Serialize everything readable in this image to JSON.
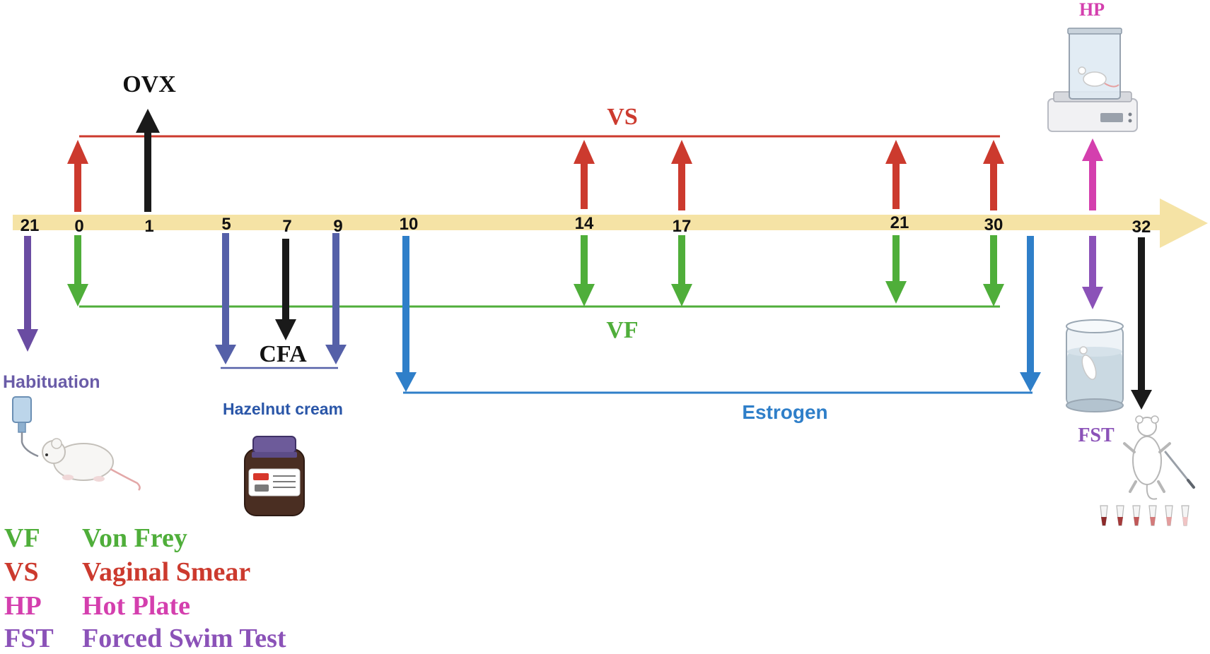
{
  "colors": {
    "timeline": "#f5e3a5",
    "vs": "#cc3a2e",
    "vf": "#4fae3a",
    "hp": "#d43fae",
    "fst": "#8b52b8",
    "habituation": "#6a4ca2",
    "hazelnut": "#5560a8",
    "estrogen": "#2f7fc9",
    "black": "#1a1a1a"
  },
  "timeline": {
    "day_labels": [
      "21",
      "0",
      "1",
      "5",
      "7",
      "9",
      "10",
      "14",
      "17",
      "21",
      "30",
      "32"
    ]
  },
  "labels": {
    "ovx": "OVX",
    "vs": "VS",
    "vf": "VF",
    "cfa": "CFA",
    "hp": "HP",
    "fst": "FST",
    "habituation": "Habituation",
    "hazelnut": "Hazelnut cream",
    "estrogen": "Estrogen"
  },
  "legend": [
    {
      "abbr": "VF",
      "name": "Von Frey",
      "color": "#4fae3a"
    },
    {
      "abbr": "VS",
      "name": "Vaginal Smear",
      "color": "#cc3a2e"
    },
    {
      "abbr": "HP",
      "name": "Hot Plate",
      "color": "#d43fae"
    },
    {
      "abbr": "FST",
      "name": "Forced Swim Test",
      "color": "#8b52b8"
    }
  ],
  "icons": {
    "water_bottle": "water-bottle-icon",
    "mouse": "mouse-icon",
    "jar": "hazelnut-jar-icon",
    "hot_plate": "hot-plate-icon",
    "swim_cylinder": "swim-cylinder-icon",
    "dissection": "dissection-mouse-icon",
    "tubes": "sample-tubes-icon"
  }
}
